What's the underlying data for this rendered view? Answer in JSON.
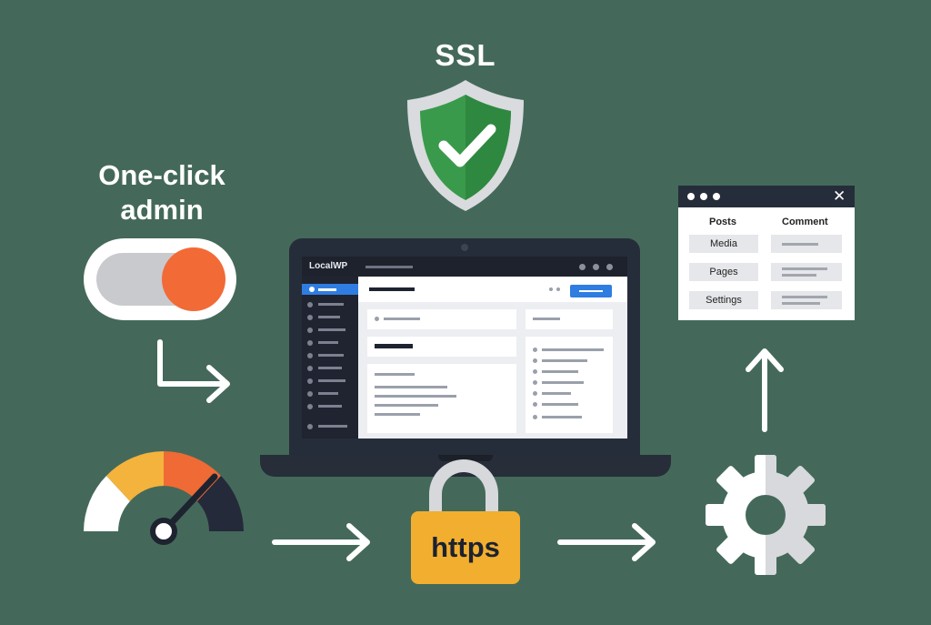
{
  "ssl": {
    "label": "SSL"
  },
  "one_click": {
    "line1": "One-click",
    "line2": "admin"
  },
  "laptop": {
    "app_name": "LocalWP"
  },
  "admin_window": {
    "headers": [
      "Posts",
      "Comment"
    ],
    "items": [
      "Media",
      "Pages",
      "Settings"
    ]
  },
  "lock": {
    "label": "https"
  },
  "colors": {
    "background": "#44695a",
    "shield_green": "#3a9a4b",
    "toggle_knob": "#f26a35",
    "lock_body": "#f2ae2e",
    "accent_blue": "#2f7de1",
    "dark_navy": "#262d3a"
  }
}
